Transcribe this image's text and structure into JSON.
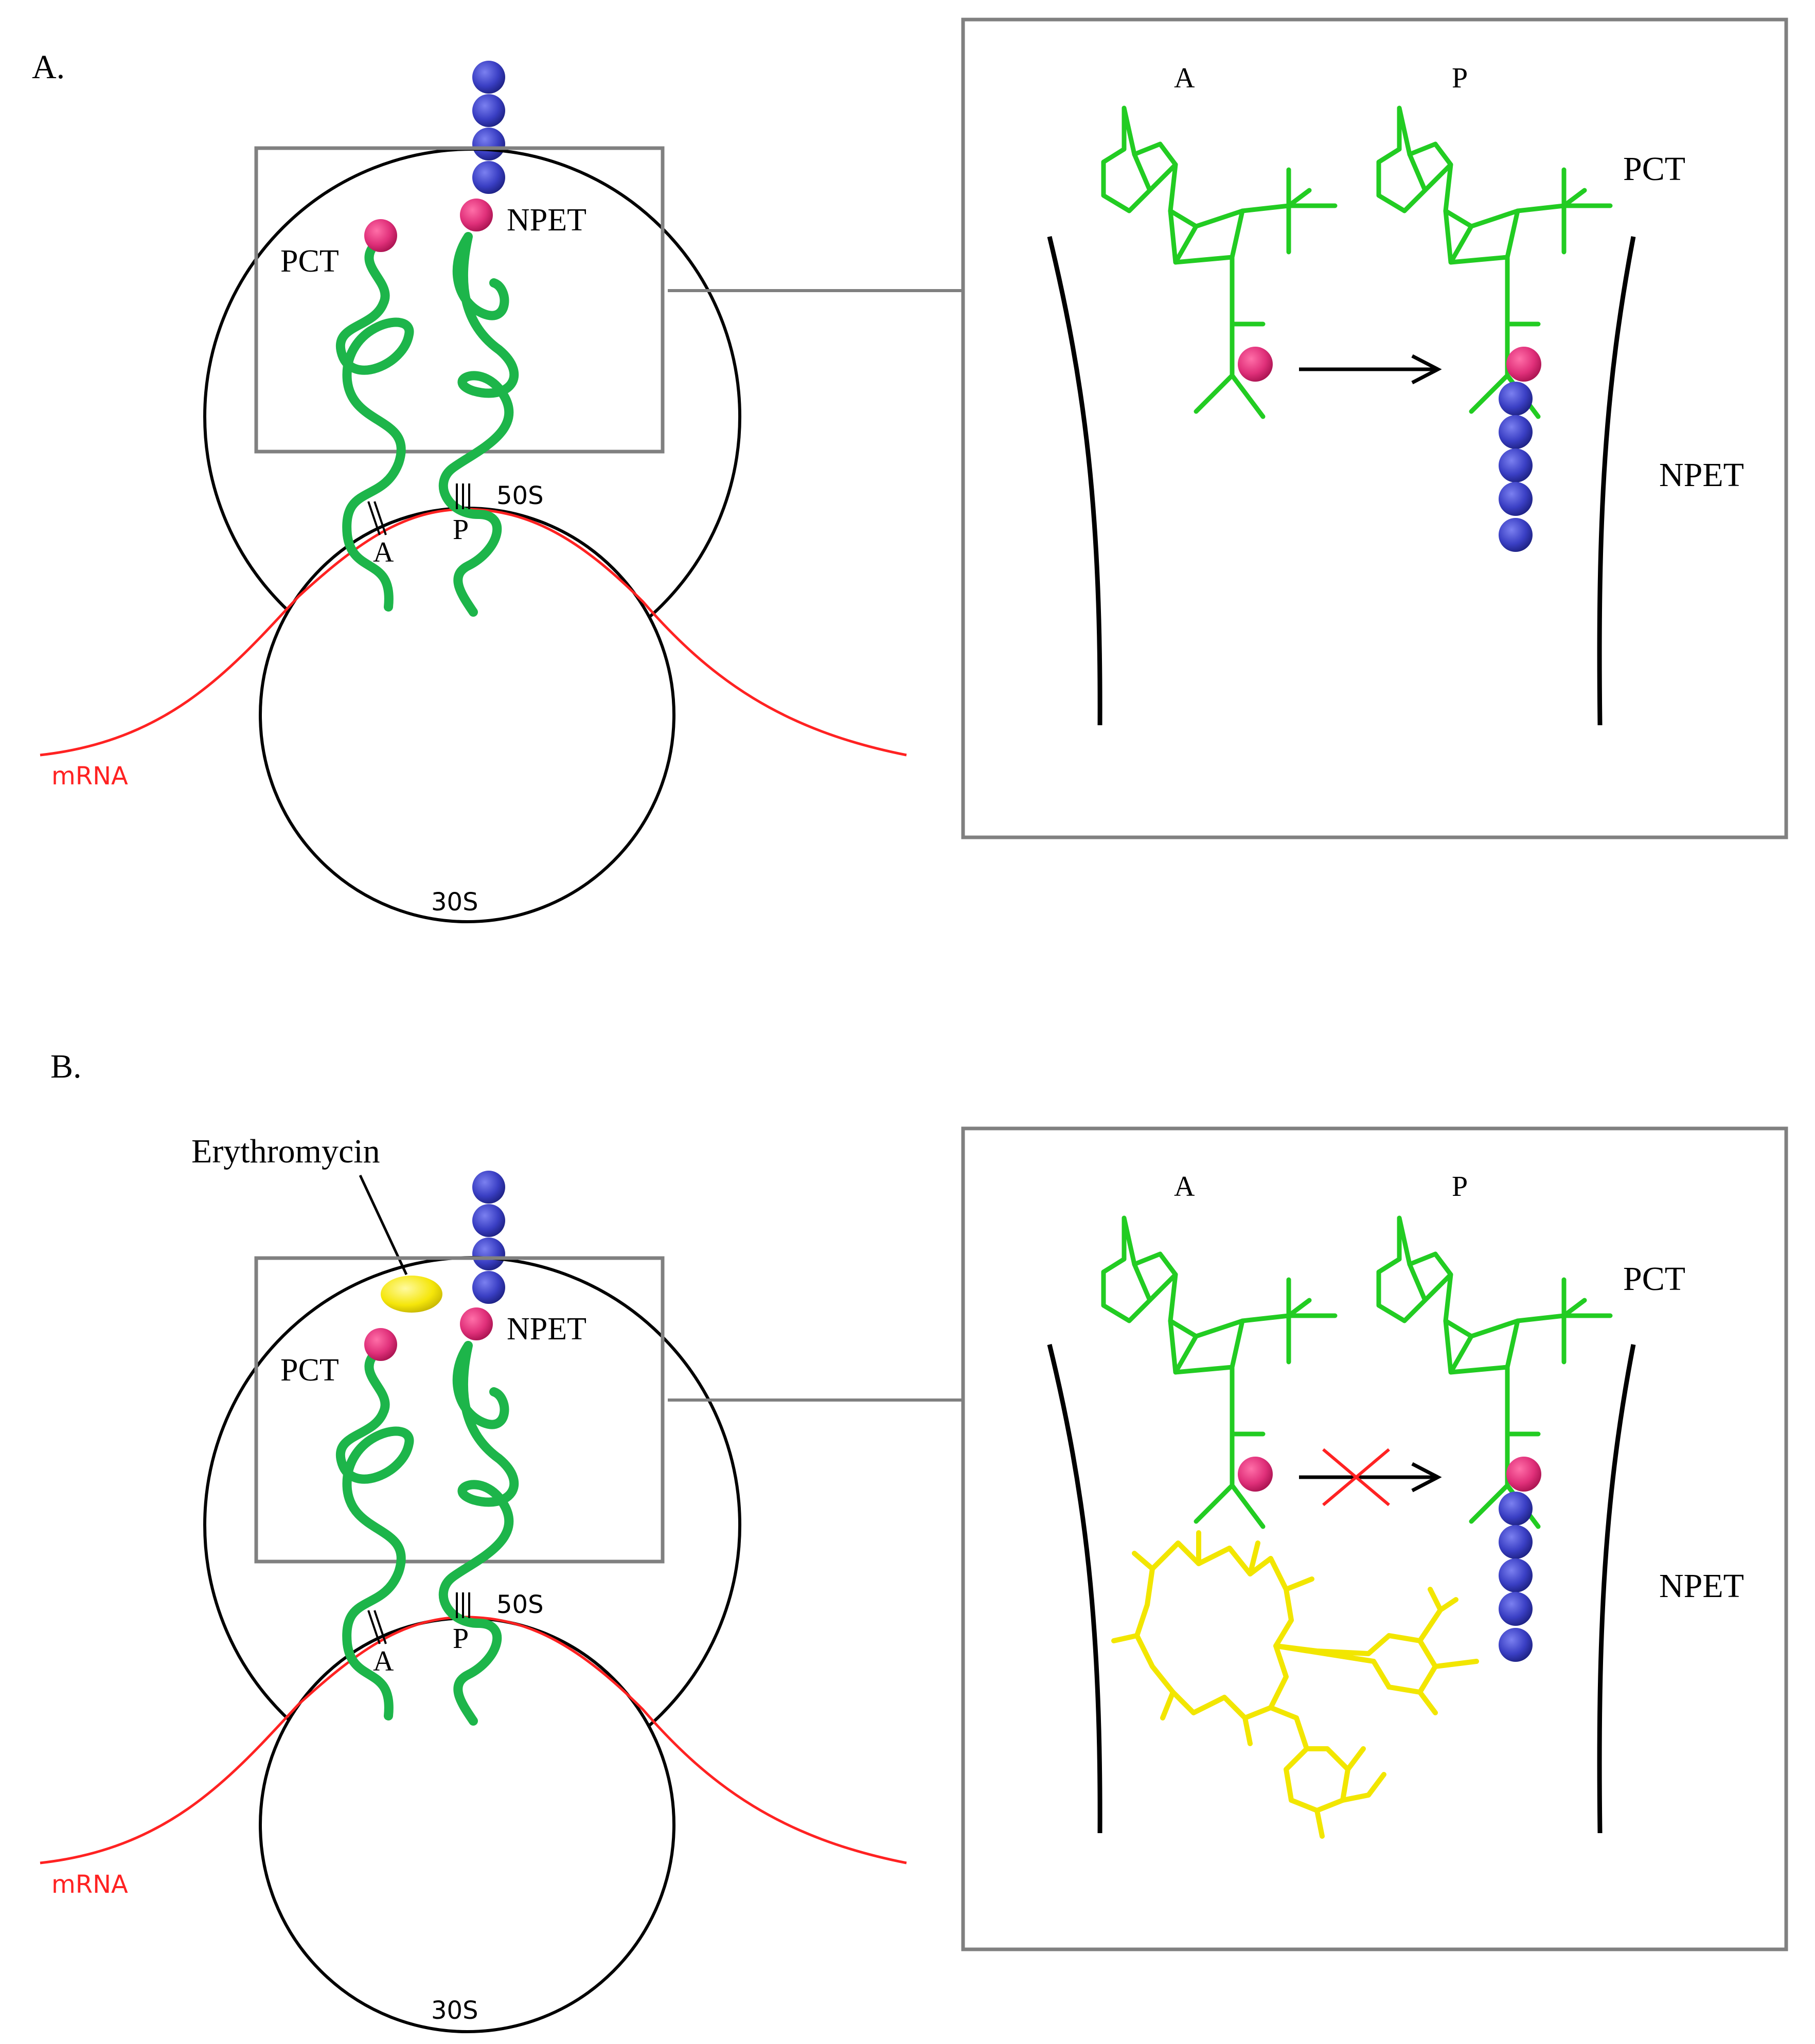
{
  "colors": {
    "trna": "#1db54a",
    "trna_bright": "#22cc22",
    "mrna": "#ff2222",
    "amino_acid": "#e0307a",
    "peptide": "#3a3fc4",
    "erythromycin": "#f5e60a",
    "frame": "#808080"
  },
  "panel_a": {
    "panel_label": "A.",
    "subunit_large": "50S",
    "subunit_small": "30S",
    "mrna_label": "mRNA",
    "site_a": "A",
    "site_p": "P",
    "pct_label": "PCT",
    "npet_label": "NPET",
    "zoom": {
      "site_a": "A",
      "site_p": "P",
      "pct_label": "PCT",
      "npet_label": "NPET"
    }
  },
  "panel_b": {
    "panel_label": "B.",
    "drug_label": "Erythromycin",
    "subunit_large": "50S",
    "subunit_small": "30S",
    "mrna_label": "mRNA",
    "site_a": "A",
    "site_p": "P",
    "pct_label": "PCT",
    "npet_label": "NPET",
    "zoom": {
      "site_a": "A",
      "site_p": "P",
      "pct_label": "PCT",
      "npet_label": "NPET"
    }
  }
}
